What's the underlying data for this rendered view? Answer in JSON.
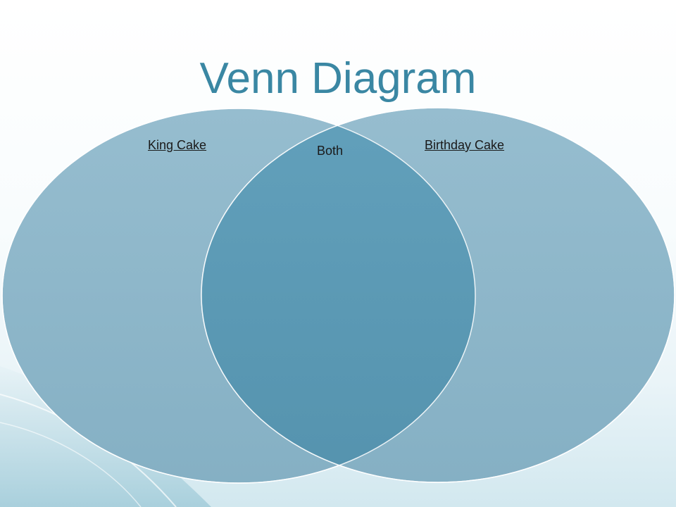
{
  "slide": {
    "title": "Venn Diagram"
  },
  "venn": {
    "left_label": "King Cake",
    "center_label": "Both",
    "right_label": "Birthday Cake"
  },
  "colors": {
    "title": "#3a87a3",
    "circle_fill": "#8fb8cb",
    "overlap_fill": "#5e9bb6",
    "circle_stroke": "#ffffff",
    "label_text": "#1a1a1a"
  }
}
